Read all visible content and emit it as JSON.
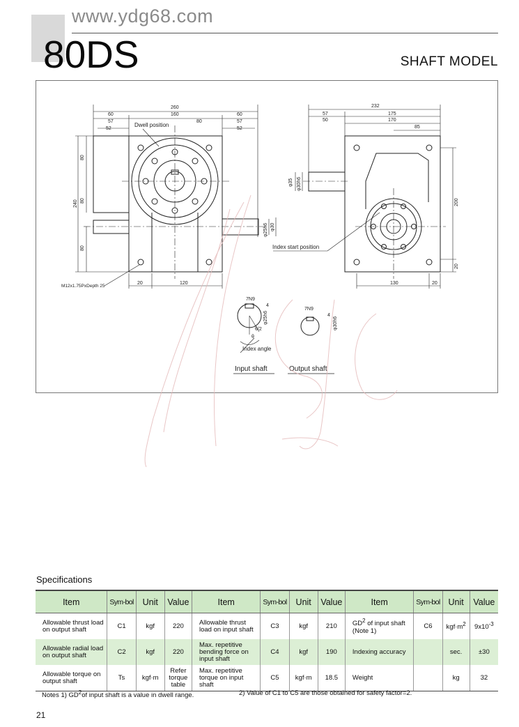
{
  "header": {
    "website": "www.ydg68.com",
    "model": "80DS",
    "model_type": "SHAFT MODEL"
  },
  "drawing": {
    "front": {
      "dims_top": [
        "260",
        "60",
        "160",
        "60",
        "57",
        "80",
        "57",
        "52",
        "52"
      ],
      "dims_left": [
        "80",
        "240",
        "80",
        "80"
      ],
      "dims_bottom": [
        "20",
        "120"
      ],
      "shaft_dims": [
        "φ25h6",
        "φ30"
      ],
      "dwell_label": "Dwell position",
      "thread_label": "M12x1.75PxDepth 25"
    },
    "side": {
      "dims_top": [
        "232",
        "57",
        "175",
        "50",
        "170",
        "85"
      ],
      "dims_right": [
        "200",
        "20"
      ],
      "dims_bottom": [
        "130",
        "20"
      ],
      "shaft_dims": [
        "φ35",
        "φ30h6"
      ],
      "index_label": "Index start position"
    },
    "details": {
      "input": {
        "key": "7N9",
        "depth": "4",
        "dia": "φ25h6",
        "angle1": "θ/2",
        "angle2": "θ",
        "label": "Input shaft"
      },
      "output": {
        "key": "7N9",
        "depth": "4",
        "dia": "φ30h6",
        "label": "Output shaft"
      },
      "index_angle": "Index angle"
    },
    "watermark": "sjc"
  },
  "specs": {
    "title": "Specifications",
    "headers": [
      "Item",
      "Sym-bol",
      "Unit",
      "Value",
      "Item",
      "Sym-bol",
      "Unit",
      "Value",
      "Item",
      "Sym-bol",
      "Unit",
      "Value"
    ],
    "rows": [
      {
        "item1": "Allowable thrust load on output shaft",
        "sym1": "C1",
        "unit1": "kgf",
        "val1": "220",
        "item2": "Allowable thrust load on input shaft",
        "sym2": "C3",
        "unit2": "kgf",
        "val2": "210",
        "item3_pre": "GD",
        "item3_sup": "2",
        "item3_post": " of input shaft (Note 1)",
        "sym3": "C6",
        "unit3_pre": "kgf·m",
        "unit3_sup": "2",
        "val3_pre": "9x10",
        "val3_sup": "-3"
      },
      {
        "item1": "Allowable radial load on output shaft",
        "sym1": "C2",
        "unit1": "kgf",
        "val1": "220",
        "item2": "Max. repetitive bending force on input shaft",
        "sym2": "C4",
        "unit2": "kgf",
        "val2": "190",
        "item3": "Indexing accuracy",
        "sym3": "",
        "unit3": "sec.",
        "val3": "±30"
      },
      {
        "item1": "Allowable torque on output shaft",
        "sym1": "Ts",
        "unit1": "kgf·m",
        "val1": "Refer torque table",
        "item2": "Max. repetitive torque on input shaft",
        "sym2": "C5",
        "unit2": "kgf·m",
        "val2": "18.5",
        "item3": "Weight",
        "sym3": "",
        "unit3": "kg",
        "val3": "32"
      }
    ],
    "note1_pre": "Notes 1) GD",
    "note1_sup": "2",
    "note1_post": "of input shaft is a value in dwell range.",
    "note2": "2) Value of C1 to C5 are those obtained for safety factor=2."
  },
  "page_number": "21"
}
